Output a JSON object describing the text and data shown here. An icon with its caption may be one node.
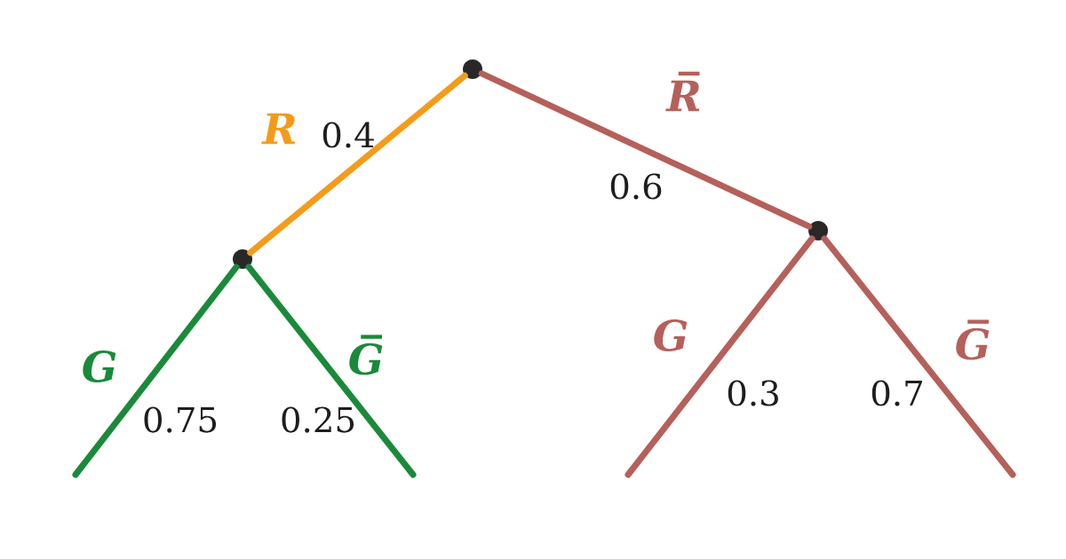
{
  "diagram": {
    "nodes": [
      {
        "text": [],
        "shape": "circle"
      },
      {
        "text": [],
        "shape": "circle"
      },
      {
        "text": [],
        "shape": "circle"
      }
    ],
    "edges": [
      {
        "from": 0,
        "to": 1,
        "arrow": "none",
        "label": "R",
        "color": "#f39c1b"
      },
      {
        "from": 0,
        "to": 2,
        "arrow": "none",
        "label": "R̅"
      },
      {
        "from": 1,
        "to": null,
        "arrow": "none",
        "label": "G",
        "color": "#1a8a3a"
      },
      {
        "from": 1,
        "to": null,
        "arrow": "none",
        "label": "G̅",
        "color": "#1a8a3a"
      },
      {
        "from": 2,
        "to": null,
        "arrow": "none",
        "label": "G"
      },
      {
        "from": 2,
        "to": null,
        "arrow": "none",
        "label": "G̅"
      }
    ],
    "labels": [
      "0.4",
      "0.6",
      "0.75",
      "0.25",
      "0.3",
      "0.7"
    ]
  }
}
